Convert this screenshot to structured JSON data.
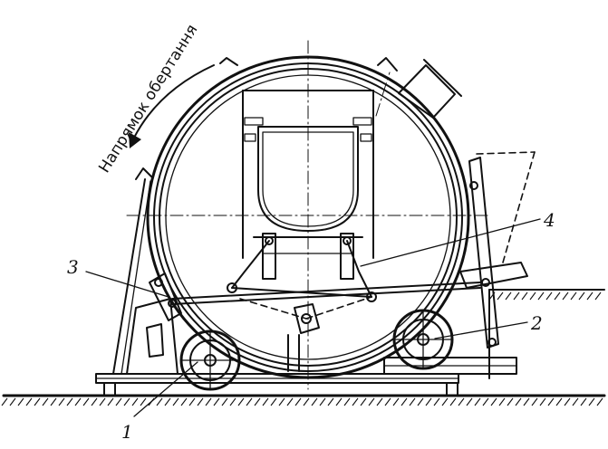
{
  "rotation_caption": "Напрямок обертання",
  "callouts": [
    {
      "id": "1",
      "text": "1"
    },
    {
      "id": "2",
      "text": "2"
    },
    {
      "id": "3",
      "text": "3"
    },
    {
      "id": "4",
      "text": "4"
    }
  ]
}
